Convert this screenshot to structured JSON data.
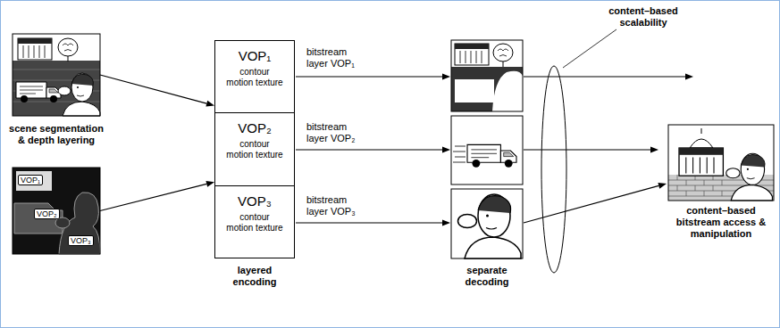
{
  "diagram": {
    "nodes": [
      {
        "text": [
          "scene segmentation & depth layering"
        ]
      },
      {
        "text": [
          "VOP₁",
          "VOP₂",
          "VOP₃"
        ]
      },
      {
        "text": [
          "layered encoding"
        ]
      },
      {
        "text": [
          "VOP₁",
          "contour motion texture"
        ],
        "in": 2
      },
      {
        "text": [
          "VOP₂",
          "contour motion texture"
        ],
        "in": 2
      },
      {
        "text": [
          "VOP₃",
          "contour motion texture"
        ],
        "in": 2
      },
      {
        "text": [
          "content–based bitstream access & manipulation"
        ]
      }
    ],
    "edges": [
      {
        "from": 0,
        "to": 2,
        "arrow": "to"
      },
      {
        "from": 1,
        "to": 2,
        "arrow": "to"
      }
    ],
    "labels": [
      "bitstream layer VOP₁",
      "bitstream layer VOP₂",
      "bitstream layer VOP₃",
      "separate decoding",
      "content–based scalability"
    ]
  }
}
